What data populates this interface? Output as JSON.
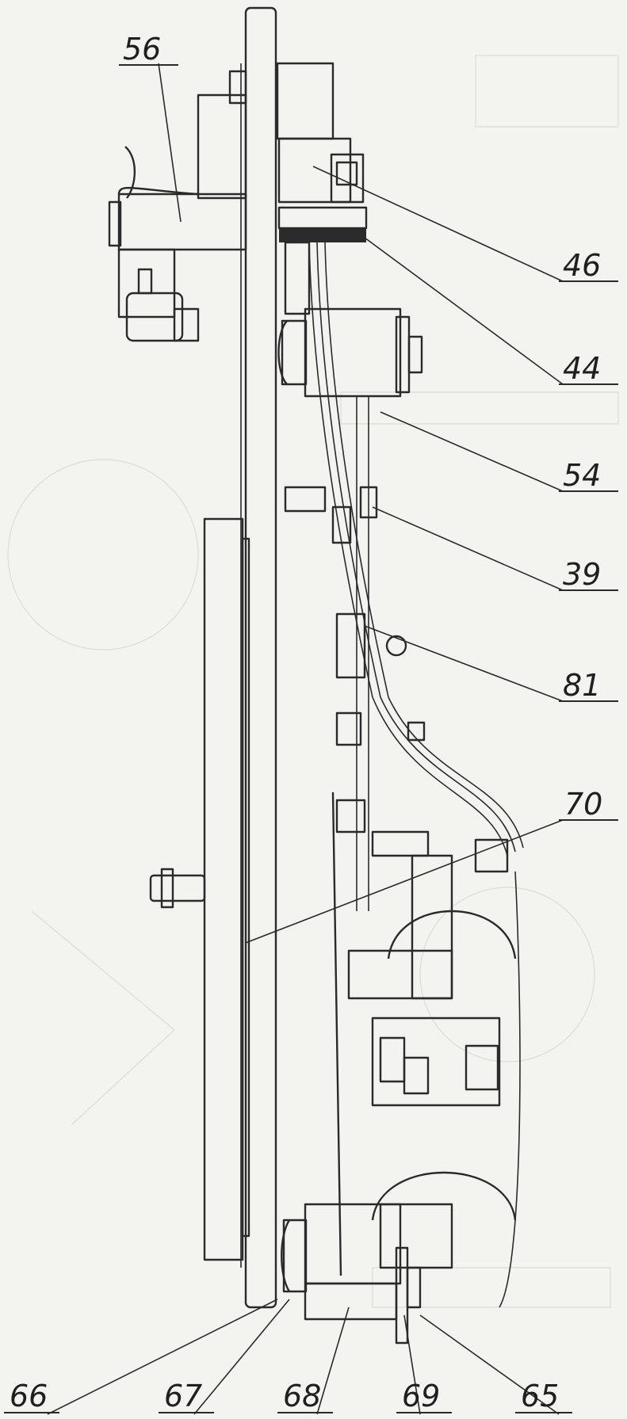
{
  "callouts": {
    "c56": "56",
    "c46": "46",
    "c44": "44",
    "c54": "54",
    "c39": "39",
    "c81": "81",
    "c70": "70",
    "c66": "66",
    "c67": "67",
    "c68": "68",
    "c69": "69",
    "c65": "65"
  },
  "colors": {
    "ink": "#2a2a2a",
    "paper": "#f3f3ef",
    "bleed_through": "#dcdcd6"
  }
}
